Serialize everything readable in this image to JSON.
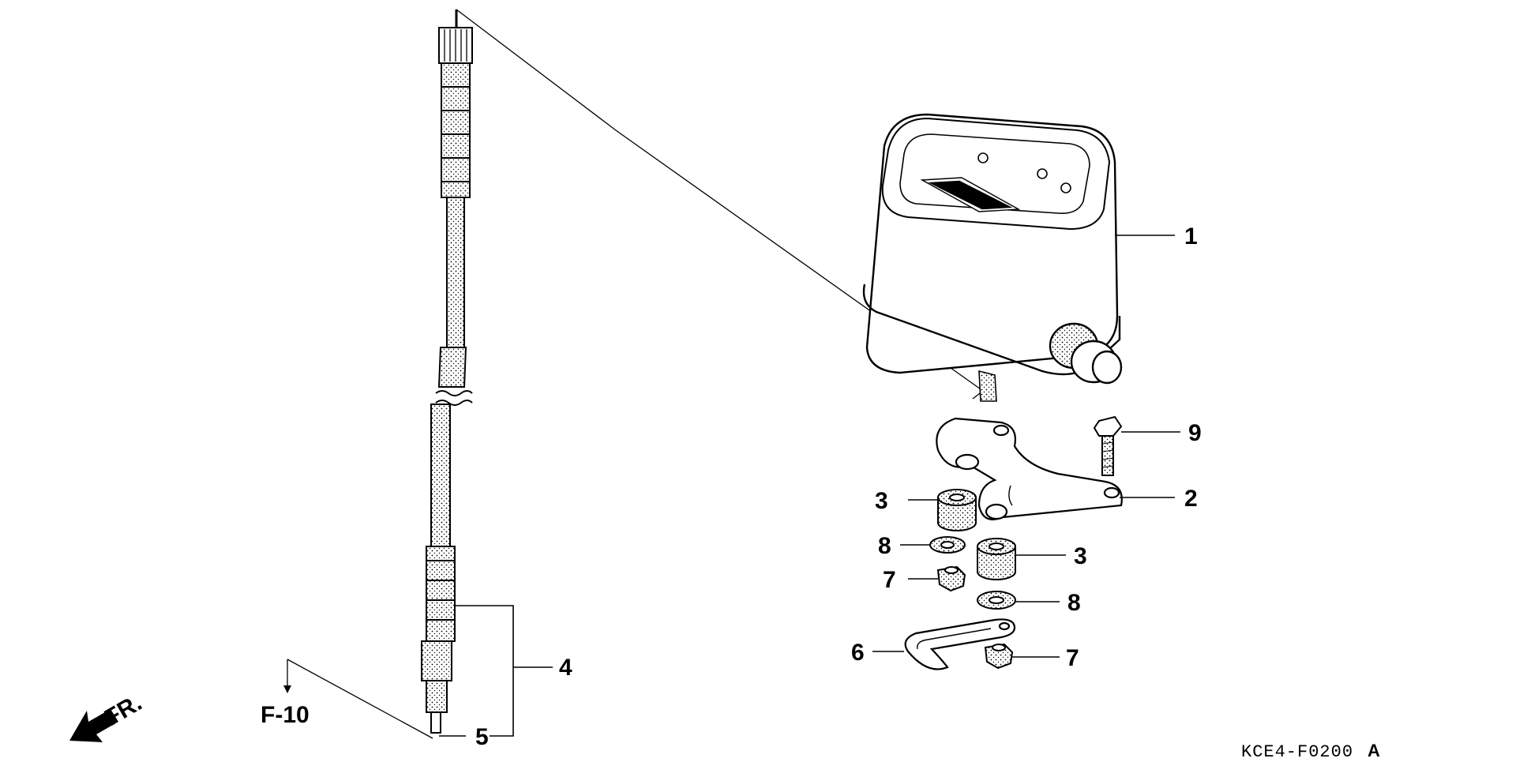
{
  "callouts": {
    "c1": "1",
    "c2": "2",
    "c3a": "3",
    "c3b": "3",
    "c4": "4",
    "c5": "5",
    "c6": "6",
    "c7a": "7",
    "c7b": "7",
    "c8a": "8",
    "c8b": "8",
    "c9": "9"
  },
  "section_ref": "F-10",
  "front_label": "FR.",
  "diagram_code": "KCE4-F0200",
  "diagram_code_suffix": "A"
}
